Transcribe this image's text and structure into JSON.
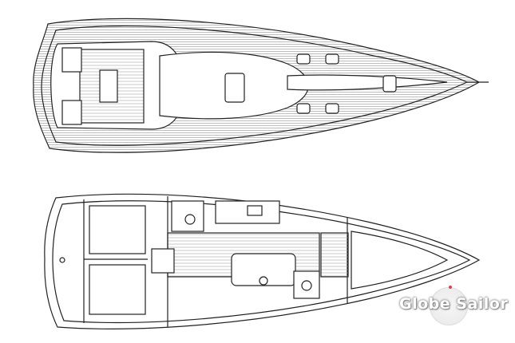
{
  "watermark": {
    "text": "Globe Sailor",
    "accent": "#e0404a"
  },
  "diagram": {
    "views": [
      "deck-plan",
      "interior-layout"
    ],
    "line_color": "#222222",
    "hatch_color": "#9a9a9a"
  }
}
